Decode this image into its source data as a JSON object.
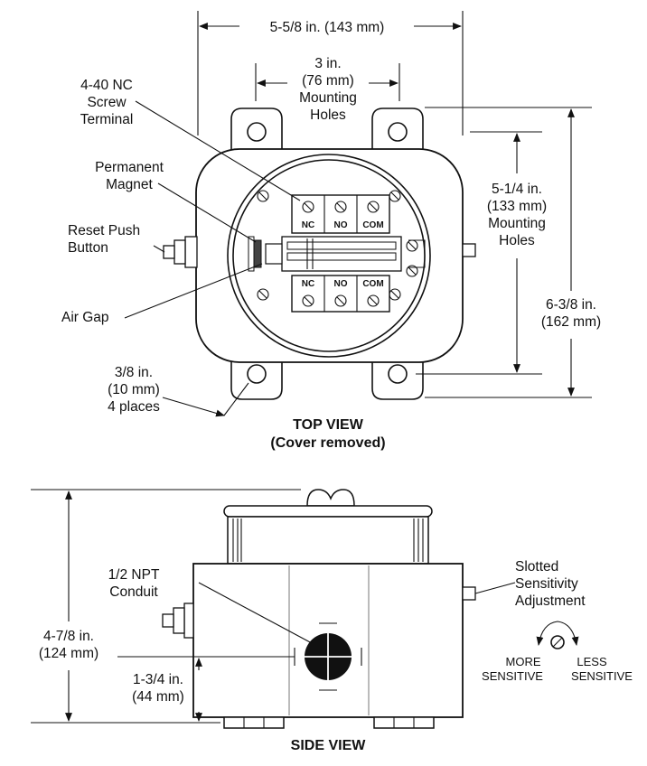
{
  "top_view": {
    "title": "TOP VIEW",
    "subtitle": "(Cover removed)",
    "dim_overall_width": "5-5/8 in. (143 mm)",
    "dim_mount_width": [
      "3 in.",
      "(76 mm)",
      "Mounting",
      "Holes"
    ],
    "dim_mount_height": [
      "5-1/4 in.",
      "(133 mm)",
      "Mounting",
      "Holes"
    ],
    "dim_overall_height": [
      "6-3/8 in.",
      "(162 mm)"
    ],
    "label_screw_terminal": [
      "4-40 NC",
      "Screw",
      "Terminal"
    ],
    "label_magnet": [
      "Permanent",
      "Magnet"
    ],
    "label_reset": [
      "Reset Push",
      "Button"
    ],
    "label_air_gap": "Air Gap",
    "label_holes": [
      "3/8 in.",
      "(10 mm)",
      "4 places"
    ],
    "terminals_top": [
      "NC",
      "NO",
      "COM"
    ],
    "terminals_bottom": [
      "NC",
      "NO",
      "COM"
    ]
  },
  "side_view": {
    "title": "SIDE VIEW",
    "label_conduit": [
      "1/2 NPT",
      "Conduit"
    ],
    "label_adjust": [
      "Slotted",
      "Sensitivity",
      "Adjustment"
    ],
    "more": [
      "MORE",
      "SENSITIVE"
    ],
    "less": [
      "LESS",
      "SENSITIVE"
    ],
    "dim_height": [
      "4-7/8 in.",
      "(124 mm)"
    ],
    "dim_conduit": [
      "1-3/4 in.",
      "(44 mm)"
    ]
  }
}
